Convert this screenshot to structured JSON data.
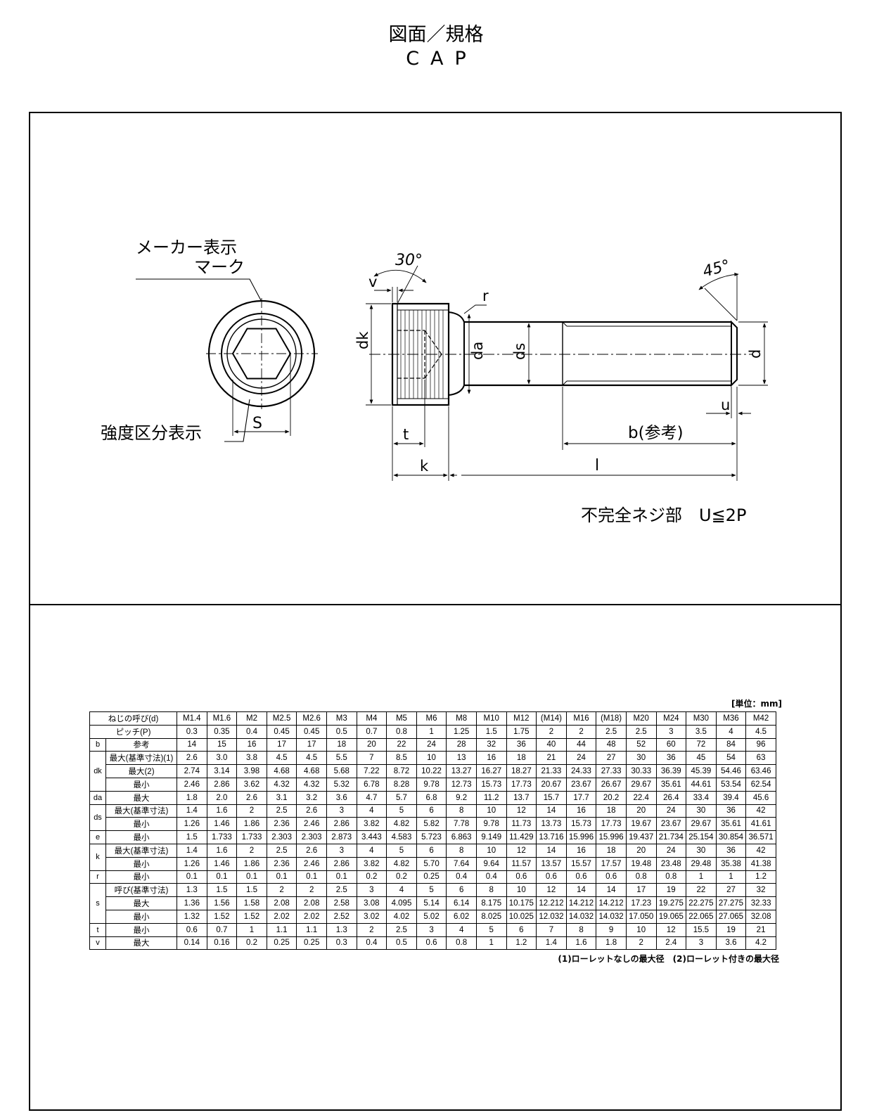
{
  "header": {
    "title": "図面／規格",
    "subtitle": "CAP"
  },
  "drawing": {
    "maker_mark_1": "メーカー表示",
    "maker_mark_2": "マーク",
    "strength_class": "強度区分表示",
    "s": "S",
    "angle_30": "30°",
    "angle_45": "45°",
    "v": "v",
    "r": "r",
    "dk": "dk",
    "da": "da",
    "ds": "ds",
    "d": "d",
    "u": "u",
    "t": "t",
    "k": "k",
    "b": "b(参考)",
    "l": "l",
    "note": "不完全ネジ部　U≦2P"
  },
  "table": {
    "unit": "[単位：mm]",
    "sizes": [
      "M1.4",
      "M1.6",
      "M2",
      "M2.5",
      "M2.6",
      "M3",
      "M4",
      "M5",
      "M6",
      "M8",
      "M10",
      "M12",
      "(M14)",
      "M16",
      "(M18)",
      "M20",
      "M24",
      "M30",
      "M36",
      "M42"
    ],
    "header_label": "ねじの呼び(d)",
    "pitch": {
      "label": "ピッチ(P)",
      "values": [
        "0.3",
        "0.35",
        "0.4",
        "0.45",
        "0.45",
        "0.5",
        "0.7",
        "0.8",
        "1",
        "1.25",
        "1.5",
        "1.75",
        "2",
        "2",
        "2.5",
        "2.5",
        "3",
        "3.5",
        "4",
        "4.5"
      ]
    },
    "b": {
      "sym": "b",
      "label": "参考",
      "values": [
        "14",
        "15",
        "16",
        "17",
        "17",
        "18",
        "20",
        "22",
        "24",
        "28",
        "32",
        "36",
        "40",
        "44",
        "48",
        "52",
        "60",
        "72",
        "84",
        "96"
      ]
    },
    "dk": {
      "sym": "dk",
      "rows": [
        {
          "label": "最大(基準寸法)(1)",
          "values": [
            "2.6",
            "3.0",
            "3.8",
            "4.5",
            "4.5",
            "5.5",
            "7",
            "8.5",
            "10",
            "13",
            "16",
            "18",
            "21",
            "24",
            "27",
            "30",
            "36",
            "45",
            "54",
            "63"
          ]
        },
        {
          "label": "最大(2)",
          "values": [
            "2.74",
            "3.14",
            "3.98",
            "4.68",
            "4.68",
            "5.68",
            "7.22",
            "8.72",
            "10.22",
            "13.27",
            "16.27",
            "18.27",
            "21.33",
            "24.33",
            "27.33",
            "30.33",
            "36.39",
            "45.39",
            "54.46",
            "63.46"
          ]
        },
        {
          "label": "最小",
          "values": [
            "2.46",
            "2.86",
            "3.62",
            "4.32",
            "4.32",
            "5.32",
            "6.78",
            "8.28",
            "9.78",
            "12.73",
            "15.73",
            "17.73",
            "20.67",
            "23.67",
            "26.67",
            "29.67",
            "35.61",
            "44.61",
            "53.54",
            "62.54"
          ]
        }
      ]
    },
    "da": {
      "sym": "da",
      "label": "最大",
      "values": [
        "1.8",
        "2.0",
        "2.6",
        "3.1",
        "3.2",
        "3.6",
        "4.7",
        "5.7",
        "6.8",
        "9.2",
        "11.2",
        "13.7",
        "15.7",
        "17.7",
        "20.2",
        "22.4",
        "26.4",
        "33.4",
        "39.4",
        "45.6"
      ]
    },
    "ds": {
      "sym": "ds",
      "rows": [
        {
          "label": "最大(基準寸法)",
          "values": [
            "1.4",
            "1.6",
            "2",
            "2.5",
            "2.6",
            "3",
            "4",
            "5",
            "6",
            "8",
            "10",
            "12",
            "14",
            "16",
            "18",
            "20",
            "24",
            "30",
            "36",
            "42"
          ]
        },
        {
          "label": "最小",
          "values": [
            "1.26",
            "1.46",
            "1.86",
            "2.36",
            "2.46",
            "2.86",
            "3.82",
            "4.82",
            "5.82",
            "7.78",
            "9.78",
            "11.73",
            "13.73",
            "15.73",
            "17.73",
            "19.67",
            "23.67",
            "29.67",
            "35.61",
            "41.61"
          ]
        }
      ]
    },
    "e": {
      "sym": "e",
      "label": "最小",
      "values": [
        "1.5",
        "1.733",
        "1.733",
        "2.303",
        "2.303",
        "2.873",
        "3.443",
        "4.583",
        "5.723",
        "6.863",
        "9.149",
        "11.429",
        "13.716",
        "15.996",
        "15.996",
        "19.437",
        "21.734",
        "25.154",
        "30.854",
        "36.571"
      ]
    },
    "k": {
      "sym": "k",
      "rows": [
        {
          "label": "最大(基準寸法)",
          "values": [
            "1.4",
            "1.6",
            "2",
            "2.5",
            "2.6",
            "3",
            "4",
            "5",
            "6",
            "8",
            "10",
            "12",
            "14",
            "16",
            "18",
            "20",
            "24",
            "30",
            "36",
            "42"
          ]
        },
        {
          "label": "最小",
          "values": [
            "1.26",
            "1.46",
            "1.86",
            "2.36",
            "2.46",
            "2.86",
            "3.82",
            "4.82",
            "5.70",
            "7.64",
            "9.64",
            "11.57",
            "13.57",
            "15.57",
            "17.57",
            "19.48",
            "23.48",
            "29.48",
            "35.38",
            "41.38"
          ]
        }
      ]
    },
    "r": {
      "sym": "r",
      "label": "最小",
      "values": [
        "0.1",
        "0.1",
        "0.1",
        "0.1",
        "0.1",
        "0.1",
        "0.2",
        "0.2",
        "0.25",
        "0.4",
        "0.4",
        "0.6",
        "0.6",
        "0.6",
        "0.6",
        "0.8",
        "0.8",
        "1",
        "1",
        "1.2"
      ]
    },
    "s": {
      "sym": "s",
      "rows": [
        {
          "label": "呼び(基準寸法)",
          "values": [
            "1.3",
            "1.5",
            "1.5",
            "2",
            "2",
            "2.5",
            "3",
            "4",
            "5",
            "6",
            "8",
            "10",
            "12",
            "14",
            "14",
            "17",
            "19",
            "22",
            "27",
            "32"
          ]
        },
        {
          "label": "最大",
          "values": [
            "1.36",
            "1.56",
            "1.58",
            "2.08",
            "2.08",
            "2.58",
            "3.08",
            "4.095",
            "5.14",
            "6.14",
            "8.175",
            "10.175",
            "12.212",
            "14.212",
            "14.212",
            "17.23",
            "19.275",
            "22.275",
            "27.275",
            "32.33"
          ]
        },
        {
          "label": "最小",
          "values": [
            "1.32",
            "1.52",
            "1.52",
            "2.02",
            "2.02",
            "2.52",
            "3.02",
            "4.02",
            "5.02",
            "6.02",
            "8.025",
            "10.025",
            "12.032",
            "14.032",
            "14.032",
            "17.050",
            "19.065",
            "22.065",
            "27.065",
            "32.08"
          ]
        }
      ]
    },
    "t": {
      "sym": "t",
      "label": "最小",
      "values": [
        "0.6",
        "0.7",
        "1",
        "1.1",
        "1.1",
        "1.3",
        "2",
        "2.5",
        "3",
        "4",
        "5",
        "6",
        "7",
        "8",
        "9",
        "10",
        "12",
        "15.5",
        "19",
        "21"
      ]
    },
    "v": {
      "sym": "v",
      "label": "最大",
      "values": [
        "0.14",
        "0.16",
        "0.2",
        "0.25",
        "0.25",
        "0.3",
        "0.4",
        "0.5",
        "0.6",
        "0.8",
        "1",
        "1.2",
        "1.4",
        "1.6",
        "1.8",
        "2",
        "2.4",
        "3",
        "3.6",
        "4.2"
      ]
    },
    "footnote": "(1)ローレットなしの最大径　(2)ローレット付きの最大径"
  }
}
